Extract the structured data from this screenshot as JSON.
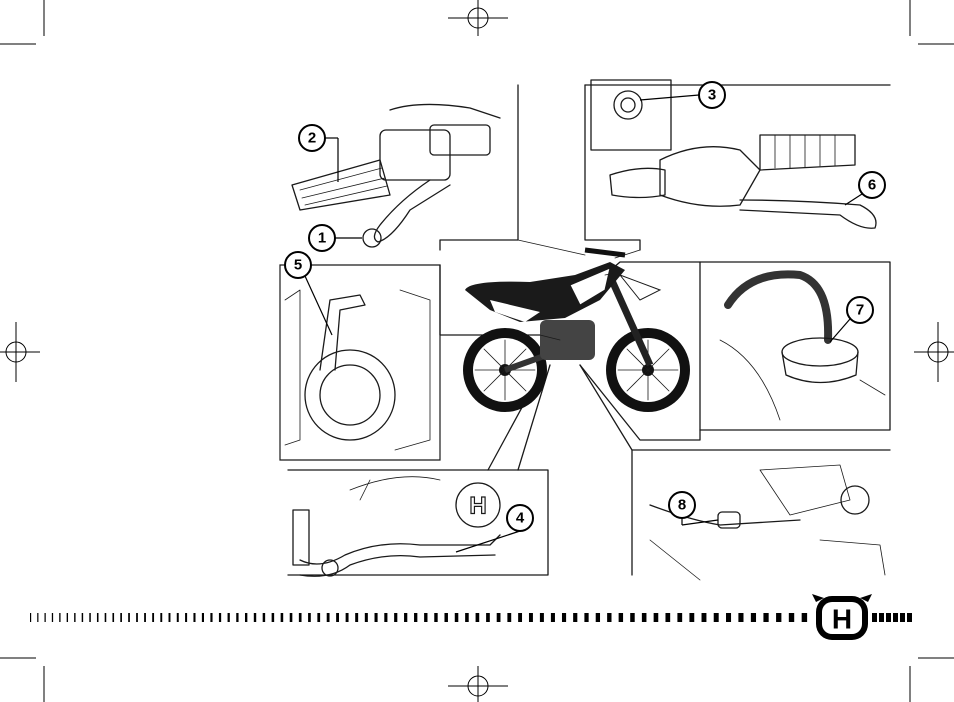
{
  "colors": {
    "ink": "#000000",
    "paper": "#ffffff",
    "gray": "#9a9a9a"
  },
  "callouts": [
    {
      "number": "1",
      "part": "clutch-lever"
    },
    {
      "number": "2",
      "part": "throttle-grip"
    },
    {
      "number": "3",
      "part": "engine-stop-button"
    },
    {
      "number": "4",
      "part": "rear-brake-pedal"
    },
    {
      "number": "5",
      "part": "kickstarter"
    },
    {
      "number": "6",
      "part": "front-brake-lever"
    },
    {
      "number": "7",
      "part": "fuel-tank-cap"
    },
    {
      "number": "8",
      "part": "gear-shift-lever"
    }
  ],
  "logo": {
    "letter": "H",
    "name": "husqvarna-logo"
  }
}
